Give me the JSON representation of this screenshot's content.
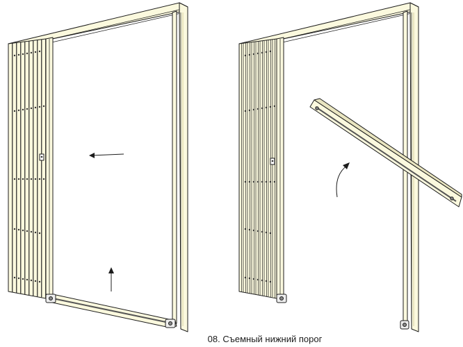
{
  "caption": "08. Съемный нижний порог",
  "colors": {
    "frame_fill": "#fbf9de",
    "frame_shade": "#e9e5c0",
    "outline": "#1c1c1c",
    "rail_dark": "#555555",
    "background": "#ffffff"
  },
  "figures": [
    {
      "name": "frame-assembled",
      "threshold_state": "installed"
    },
    {
      "name": "frame-threshold-removed",
      "threshold_state": "removed"
    }
  ],
  "icons": [
    "arrow-left-icon",
    "arrow-up-icon",
    "curved-arrow-icon"
  ]
}
